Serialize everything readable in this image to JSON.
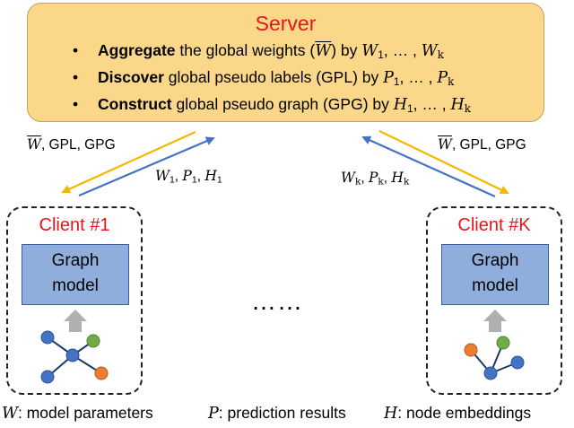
{
  "server": {
    "title": "Server",
    "bullets": [
      {
        "bold": "Aggregate",
        "text": " the global weights (",
        "sym": "W",
        "text2": ") by ",
        "v1": "W",
        "s1": "1",
        "v2": "W",
        "s2": "k"
      },
      {
        "bold": "Discover",
        "text": " global pseudo labels (GPL) by ",
        "v1": "P",
        "s1": "1",
        "v2": "P",
        "s2": "k"
      },
      {
        "bold": "Construct",
        "text": " global pseudo graph (GPG) by ",
        "v1": "H",
        "s1": "1",
        "v2": "H",
        "s2": "k"
      }
    ],
    "bullet_char": "•",
    "ellipsis": ", … , "
  },
  "arrows": {
    "down_label_suffix": ", GPL, GPG",
    "down_sym": "W",
    "up_left": {
      "a": "W",
      "sa": "1",
      "b": "P",
      "sb": "1",
      "c": "H",
      "sc": "1"
    },
    "up_right": {
      "a": "W",
      "sa": "k",
      "b": "P",
      "sb": "k",
      "c": "H",
      "sc": "k"
    },
    "colors": {
      "down": "#f5b800",
      "up": "#4472c4"
    }
  },
  "clients": [
    {
      "title": "Client #1",
      "model_line1": "Graph",
      "model_line2": "model"
    },
    {
      "title": "Client #K",
      "model_line1": "Graph",
      "model_line2": "model"
    }
  ],
  "between_clients": "……",
  "legend": [
    {
      "sym": "W",
      "text": ": model parameters"
    },
    {
      "sym": "P",
      "text": ": prediction results"
    },
    {
      "sym": "H",
      "text": ": node embeddings"
    }
  ],
  "colors": {
    "server_fill": "#fbd78a",
    "title_red": "#e4161b",
    "model_fill": "#8faedc",
    "node_blue": "#4472c4",
    "node_green": "#70ad47",
    "node_orange": "#ed7d31",
    "up_arrow_gray": "#b0b0b0"
  }
}
